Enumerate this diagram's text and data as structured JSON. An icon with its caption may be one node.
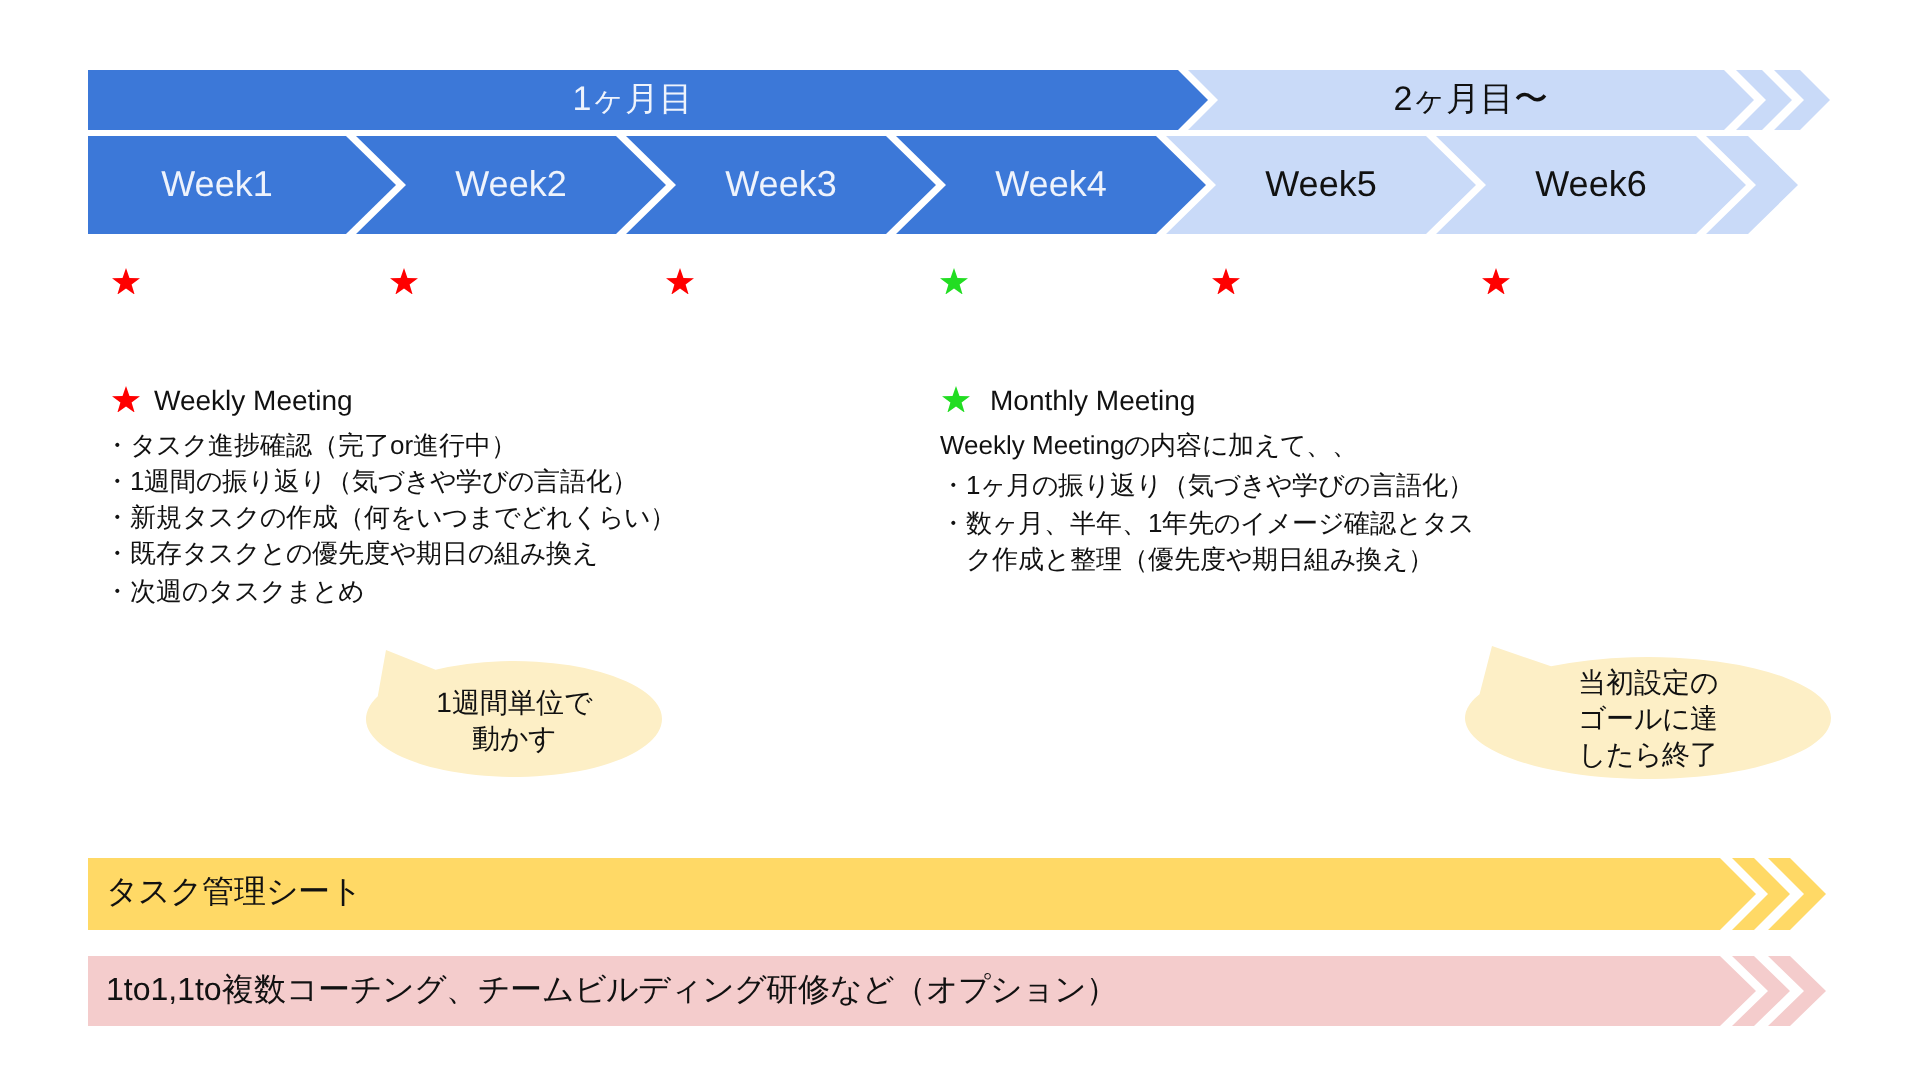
{
  "diagram": {
    "nodes": [
      {
        "text": [
          "1ヶ月目"
        ]
      },
      {
        "text": [
          "2ヶ月目〜"
        ]
      },
      {
        "text": [
          "Week1"
        ]
      },
      {
        "text": [
          "Week2"
        ]
      },
      {
        "text": [
          "Week3"
        ]
      },
      {
        "text": [
          "Week4"
        ]
      },
      {
        "text": [
          "Week5"
        ]
      },
      {
        "text": [
          "Week6"
        ]
      },
      {
        "text": [],
        "shape": "chevron"
      },
      {
        "text": [
          "1週間単位で動かす"
        ]
      },
      {
        "text": [
          "当初設定のゴールに達したら終了"
        ]
      },
      {
        "text": [
          "タスク管理シート"
        ]
      },
      {
        "text": [
          "1to1,1to複数コーチング、チームビルディング研修など（オプション）"
        ]
      }
    ],
    "labels": [
      "・タスク進捗確認（完了or進行中）",
      "・1週間の振り返り（気づきや学びの言語化）",
      "・新規タスクの作成（何をいつまでどれくらい）",
      "・既存タスクとの優先度や期日の組み換え",
      "・次週のタスクまとめ",
      "Weekly Meetingの内容に加えて、、",
      "・1ヶ月の振り返り（気づきや学びの言語化）",
      "・数ヶ月、半年、1年先のイメージ確認とタスク作成と整理（優先度や期日組み換え）"
    ],
    "legend": [
      {
        "text": "Weekly Meeting",
        "color": "#ff0000"
      },
      {
        "text": "Monthly Meeting",
        "color": "#22dd22"
      }
    ]
  }
}
